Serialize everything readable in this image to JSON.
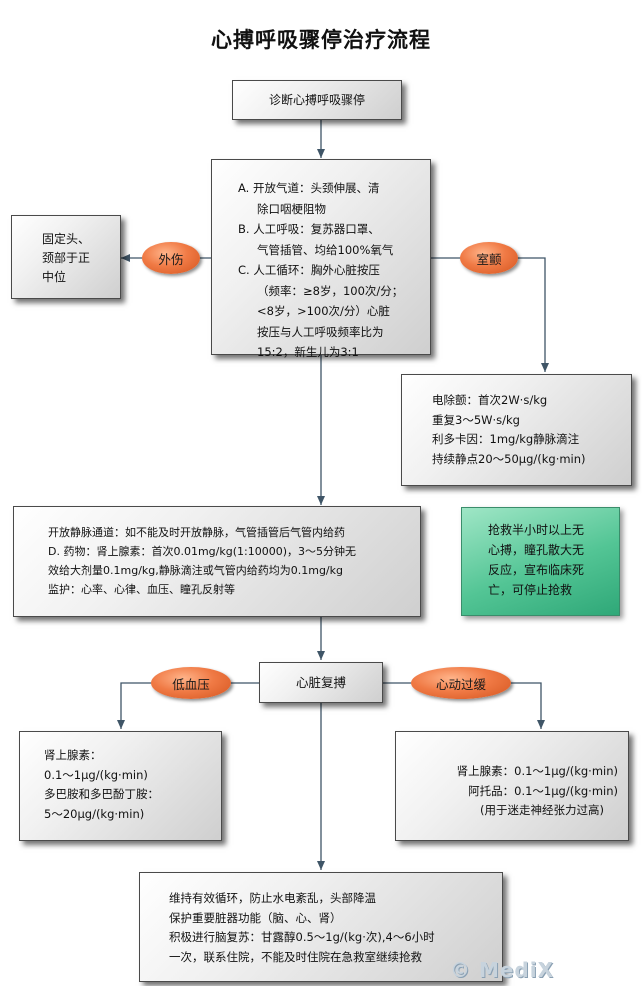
{
  "title": "心搏呼吸骤停治疗流程",
  "nodes": {
    "diagnosis": "诊断心搏呼吸骤停",
    "abc": [
      "A. 开放气道：头颈伸展、清",
      "除口咽梗阻物",
      "B. 人工呼吸：复苏器口罩、",
      "气管插管、均给100%氧气",
      "C. 人工循环：胸外心脏按压",
      "（频率：≥8岁，100次/分；",
      "<8岁，>100次/分）心脏",
      "按压与人工呼吸频率比为",
      "15:2，新生儿为3:1"
    ],
    "fix_head": [
      "固定头、",
      "颈部于正",
      "中位"
    ],
    "defib": [
      "电除颤：首次2W·s/kg",
      "重复3～5W·s/kg",
      "利多卡因：1mg/kg静脉滴注",
      "持续静点20～50μg/(kg·min)"
    ],
    "iv_drugs": [
      "开放静脉通道：如不能及时开放静脉，气管插管后气管内给药",
      "D. 药物：肾上腺素：首次0.01mg/kg(1:10000)，3～5分钟无",
      "效给大剂量0.1mg/kg,静脉滴注或气管内给药均为0.1mg/kg",
      "监护：心率、心律、血压、瞳孔反射等"
    ],
    "stop_note": [
      "抢救半小时以上无",
      "心搏，瞳孔散大无",
      "反应，宣布临床死",
      "亡，可停止抢救"
    ],
    "resuscitation": "心脏复搏",
    "hypotension_tx": [
      "肾上腺素：",
      "0.1～1μg/(kg·min)",
      "多巴胺和多巴酚丁胺：",
      "5～20μg/(kg·min)"
    ],
    "tachy_tx": [
      "肾上腺素：0.1～1μg/(kg·min)",
      "阿托品：0.1～1μg/(kg·min)",
      "(用于迷走神经张力过高)"
    ],
    "final": [
      "维持有效循环，防止水电紊乱，头部降温",
      "保护重要脏器功能（脑、心、肾）",
      "积极进行脑复苏：甘露醇0.5～1g/(kg·次),4～6小时",
      "一次，联系住院，不能及时住院在急救室继续抢救"
    ]
  },
  "labels": {
    "trauma": "外伤",
    "vfib": "室颤",
    "hypotension": "低血压",
    "tachycardia": "心动过缓"
  },
  "watermark": "© MediX"
}
